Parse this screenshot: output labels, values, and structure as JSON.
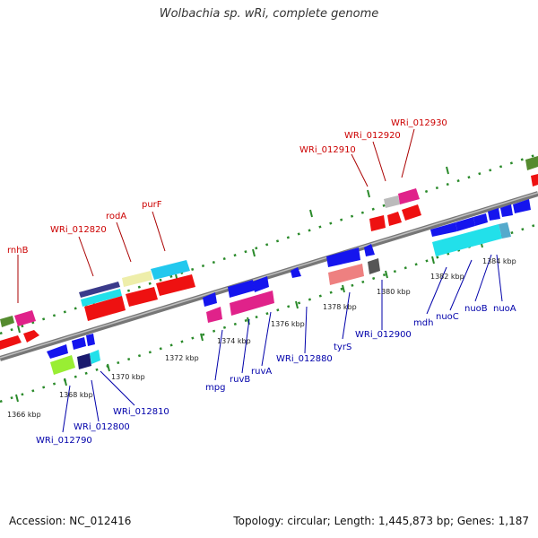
{
  "title": "Wolbachia sp. wRi, complete genome",
  "footer": {
    "accession": "Accession: NC_012416",
    "summary": "Topology: circular; Length: 1,445,873 bp; Genes: 1,187"
  },
  "colors": {
    "forward_label": "#cc0000",
    "reverse_label": "#0000aa",
    "backbone": "#808080",
    "tick": "#2a8a2a"
  },
  "kbp_labels": [
    "1366 kbp",
    "1368 kbp",
    "1370 kbp",
    "1372 kbp",
    "1374 kbp",
    "1376 kbp",
    "1378 kbp",
    "1380 kbp",
    "1382 kbp",
    "1384 kbp"
  ],
  "forward_gene_labels": [
    "rnhB",
    "WRi_012820",
    "rodA",
    "purF",
    "WRi_012910",
    "WRi_012920",
    "WRi_012930"
  ],
  "reverse_gene_labels": [
    "WRi_012790",
    "WRi_012800",
    "WRi_012810",
    "mpg",
    "ruvB",
    "ruvA",
    "WRi_012880",
    "tyrS",
    "WRi_012900",
    "mdh",
    "nuoC",
    "nuoB",
    "nuoA"
  ]
}
